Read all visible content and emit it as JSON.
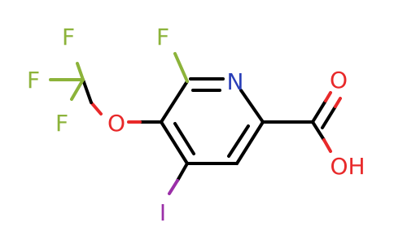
{
  "molecule": {
    "atoms": {
      "F_top": "F",
      "N_ring": "N",
      "O_ether": "O",
      "F_cf3_a": "F",
      "F_cf3_b": "F",
      "F_cf3_c": "F",
      "I_sub": "I",
      "O_carbonyl": "O",
      "OH_group": "OH"
    },
    "colors": {
      "fluorine": "#8cb33a",
      "nitrogen": "#2a3fb8",
      "oxygen": "#e8292a",
      "iodine": "#9b2fa8",
      "bond": "#000000"
    }
  }
}
